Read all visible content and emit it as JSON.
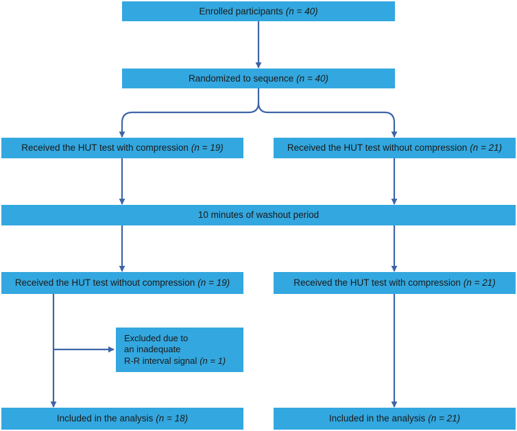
{
  "boxes": {
    "enrolled": {
      "text": "Enrolled participants",
      "n": "(n = 40)"
    },
    "randomized": {
      "text": "Randomized to sequence",
      "n": "(n = 40)"
    },
    "left_first": {
      "text": "Received the HUT test with compression",
      "n": "(n = 19)"
    },
    "right_first": {
      "text": "Received the HUT test without compression",
      "n": "(n = 21)"
    },
    "washout": {
      "text": "10 minutes of washout period"
    },
    "left_second": {
      "text": "Received the HUT test without compression",
      "n": "(n = 19)"
    },
    "right_second": {
      "text": "Received the HUT test with compression",
      "n": "(n = 21)"
    },
    "excluded": {
      "line1": "Excluded due to",
      "line2": "an inadequate",
      "line3": "R-R interval signal",
      "n": "(n = 1)"
    },
    "left_included": {
      "text": "Included in the analysis",
      "n": "(n = 18)"
    },
    "right_included": {
      "text": "Included in the analysis",
      "n": "(n = 21)"
    }
  },
  "colors": {
    "box_fill": "#33a7df",
    "connector": "#3d64a8"
  }
}
